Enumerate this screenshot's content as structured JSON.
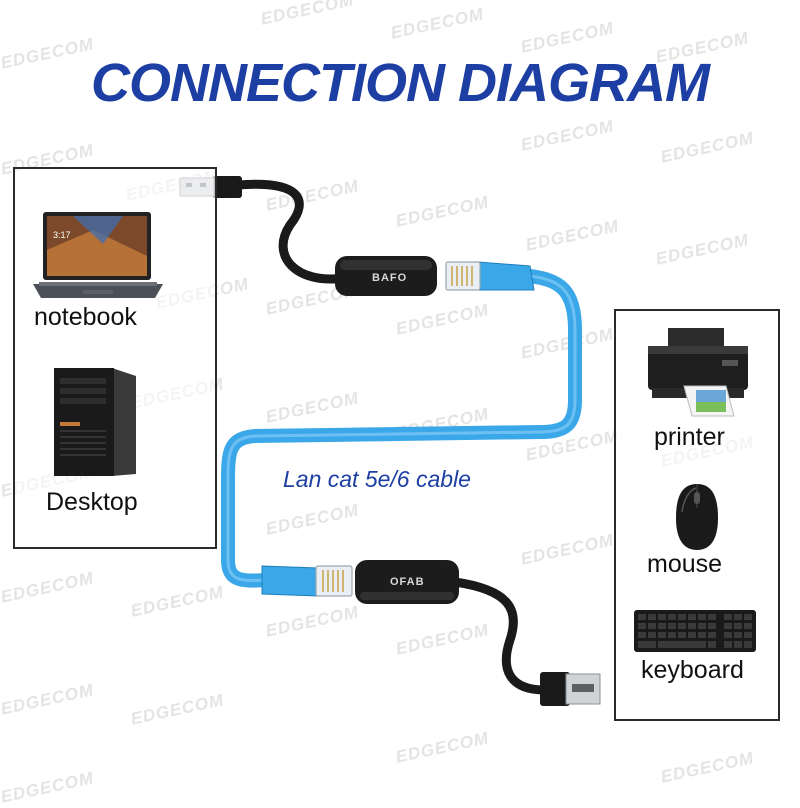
{
  "title": "CONNECTION DIAGRAM",
  "watermark_text": "EDGECOM",
  "cable_label": "Lan cat 5e/6 cable",
  "adapter_brand": "BAFO",
  "adapter_brand_flipped": "OFAB",
  "left_devices": [
    {
      "label": "notebook",
      "icon": "laptop-icon"
    },
    {
      "label": "Desktop",
      "icon": "desktop-tower-icon"
    }
  ],
  "right_devices": [
    {
      "label": "printer",
      "icon": "printer-icon"
    },
    {
      "label": "mouse",
      "icon": "mouse-icon"
    },
    {
      "label": "keyboard",
      "icon": "keyboard-icon"
    }
  ],
  "colors": {
    "title": "#1d3fa3",
    "cable": "#3aa8e8",
    "usb_cord": "#1a1a1a",
    "watermark": "#e4e4e4"
  }
}
